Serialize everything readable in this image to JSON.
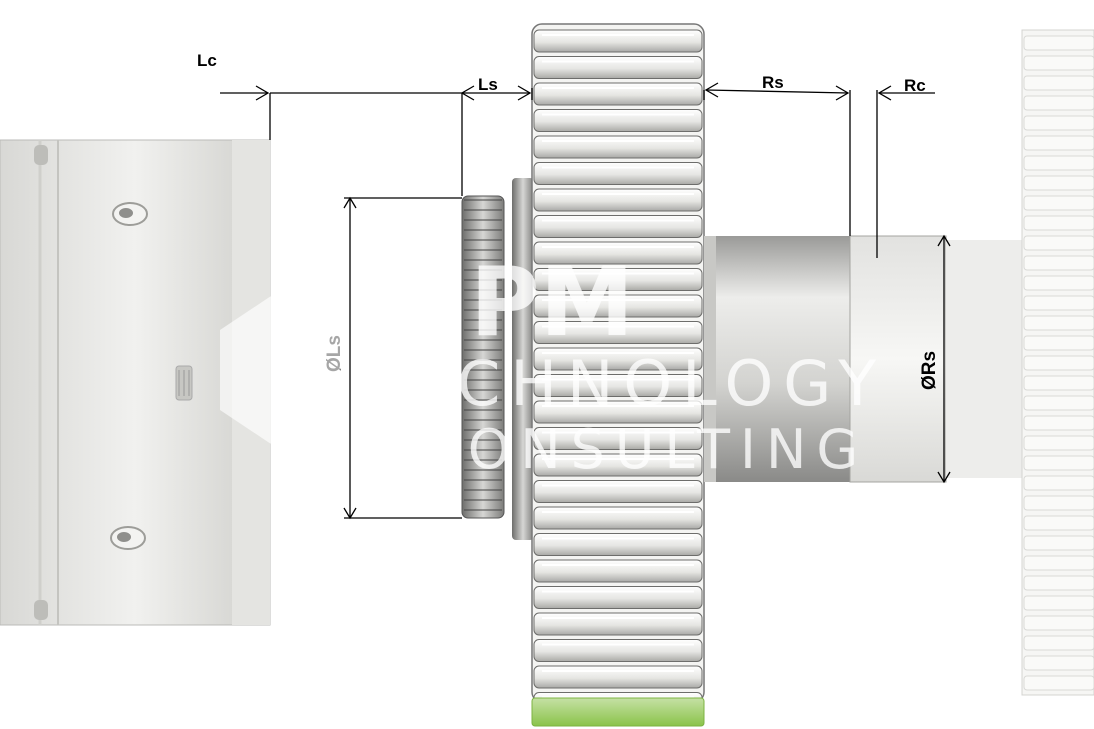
{
  "dimensions": {
    "lc": "Lc",
    "ls": "Ls",
    "rs": "Rs",
    "rc": "Rc",
    "dia_ls": "ØLs",
    "dia_rs": "ØRs"
  },
  "watermark": {
    "logo_mark": "PM",
    "line1": "TECHNOLOGY",
    "line2": "CONSULTING"
  },
  "colors": {
    "part_light": "#e9e9e7",
    "part_shade": "#bdbdba",
    "outline": "#8c8c8c",
    "dimension_line": "#000000",
    "accent_green": "#9ccc65"
  },
  "icons": {
    "left_part": "housing-icon",
    "gear": "spur-gear-icon",
    "spline": "spline-icon",
    "shaft": "shaft-icon"
  }
}
